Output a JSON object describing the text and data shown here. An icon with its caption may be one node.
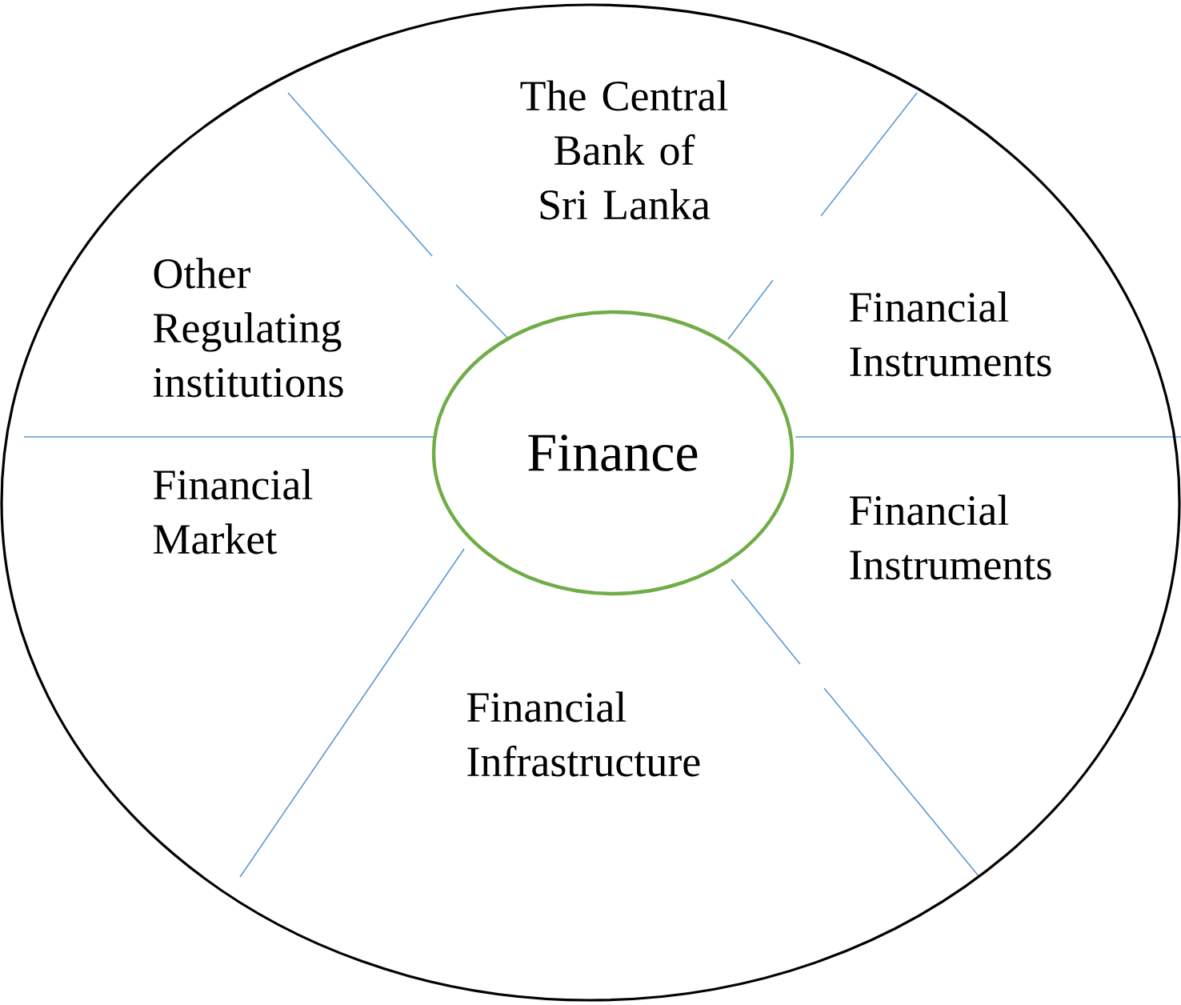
{
  "diagram": {
    "nodes": [
      {
        "text": [],
        "shape": "circle"
      },
      {
        "text": [
          "Finance"
        ],
        "in": 0
      }
    ],
    "labels": [
      "The Central Bank of Sri Lanka",
      "Other Regulating institutions",
      "Financial Instruments",
      "Financial Market",
      "Financial Instruments",
      "Financial Infrastructure"
    ]
  }
}
